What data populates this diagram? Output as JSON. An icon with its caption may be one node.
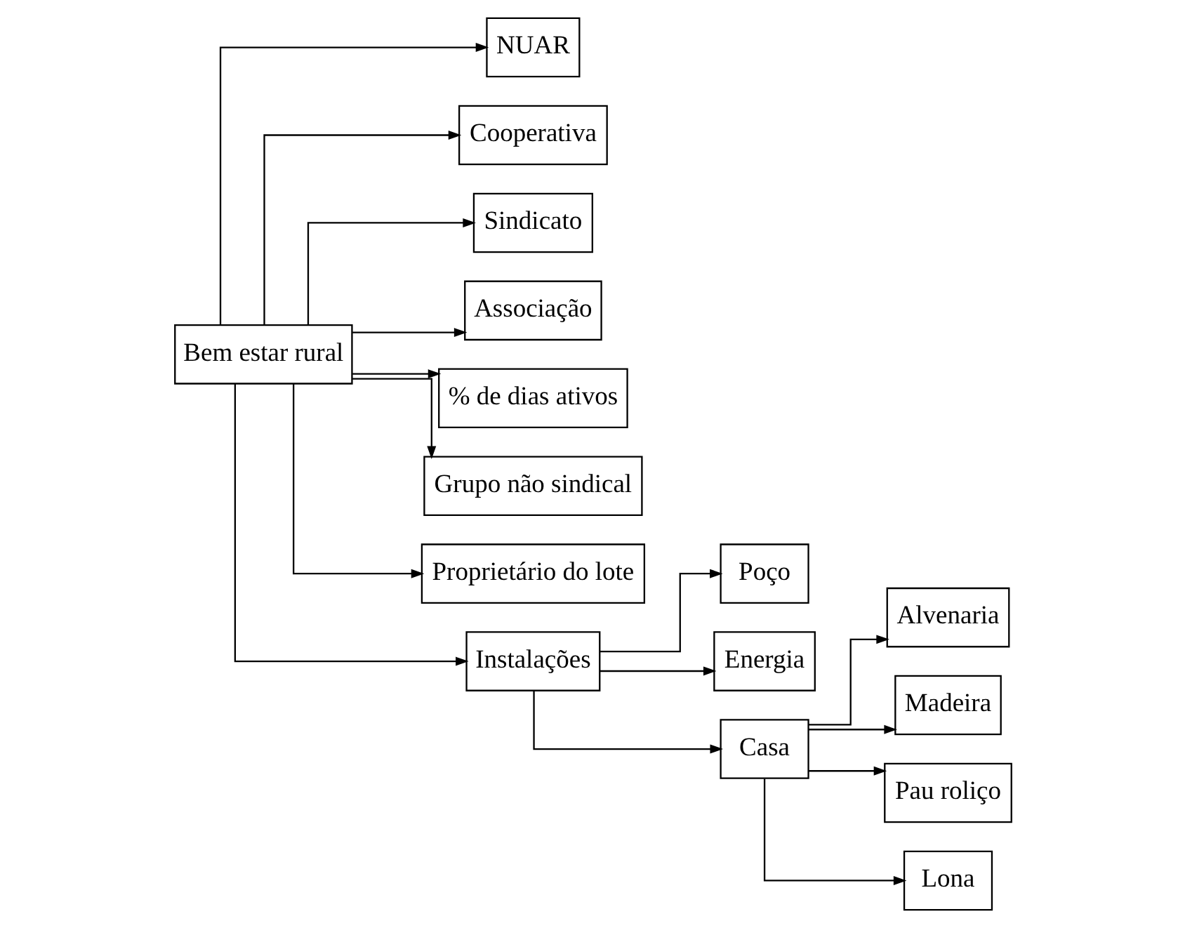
{
  "diagram": {
    "nodes": [
      {
        "text": [
          "Bem estar rural"
        ]
      },
      {
        "text": [
          "NUAR"
        ]
      },
      {
        "text": [
          "Cooperativa"
        ]
      },
      {
        "text": [
          "Sindicato"
        ]
      },
      {
        "text": [
          "Associação"
        ]
      },
      {
        "text": [
          "% de dias ativos"
        ]
      },
      {
        "text": [
          "Grupo não sindical"
        ]
      },
      {
        "text": [
          "Proprietário do lote"
        ]
      },
      {
        "text": [
          "Instalações"
        ]
      },
      {
        "text": [
          "Poço"
        ]
      },
      {
        "text": [
          "Energia"
        ]
      },
      {
        "text": [
          "Casa"
        ]
      },
      {
        "text": [
          "Alvenaria"
        ]
      },
      {
        "text": [
          "Madeira"
        ]
      },
      {
        "text": [
          "Pau roliço"
        ]
      },
      {
        "text": [
          "Lona"
        ]
      }
    ],
    "edges": [
      {
        "from": 0,
        "to": 1,
        "arrow": "to"
      },
      {
        "from": 0,
        "to": 2,
        "arrow": "to"
      },
      {
        "from": 0,
        "to": 3,
        "arrow": "to"
      },
      {
        "from": 0,
        "to": 4,
        "arrow": "to"
      },
      {
        "from": 0,
        "to": 5,
        "arrow": "to"
      },
      {
        "from": 0,
        "to": 6,
        "arrow": "to"
      },
      {
        "from": 0,
        "to": 7,
        "arrow": "to"
      },
      {
        "from": 0,
        "to": 8,
        "arrow": "to"
      },
      {
        "from": 8,
        "to": 9,
        "arrow": "to"
      },
      {
        "from": 8,
        "to": 10,
        "arrow": "to"
      },
      {
        "from": 8,
        "to": 11,
        "arrow": "to"
      },
      {
        "from": 11,
        "to": 12,
        "arrow": "to"
      },
      {
        "from": 11,
        "to": 13,
        "arrow": "to"
      },
      {
        "from": 11,
        "to": 14,
        "arrow": "to"
      },
      {
        "from": 11,
        "to": 15,
        "arrow": "to"
      }
    ]
  }
}
